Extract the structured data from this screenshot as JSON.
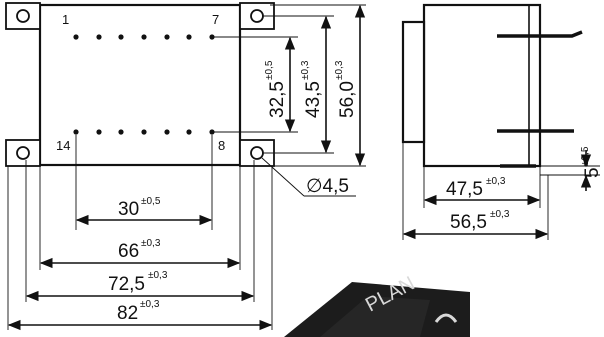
{
  "pins": {
    "top_left": "1",
    "top_right": "7",
    "bottom_left": "14",
    "bottom_right": "8"
  },
  "dims": {
    "d1": {
      "value": "30",
      "tol": "±0,5"
    },
    "d2": {
      "value": "66",
      "tol": "±0,3"
    },
    "d3": {
      "value": "72,5",
      "tol": "±0,3"
    },
    "d4": {
      "value": "82",
      "tol": "±0,3"
    },
    "v1": {
      "value": "32,5",
      "tol": "±0,5"
    },
    "v2": {
      "value": "43,5",
      "tol": "±0,3"
    },
    "v3": {
      "value": "56,0",
      "tol": "±0,3"
    },
    "hole": {
      "value": "∅4,5"
    },
    "side_w1": {
      "value": "47,5",
      "tol": "±0,3"
    },
    "side_w2": {
      "value": "56,5",
      "tol": "±0,3"
    },
    "pin_len": {
      "value": "5",
      "tol": "±0,5"
    }
  },
  "label_fragment": "PLAN"
}
